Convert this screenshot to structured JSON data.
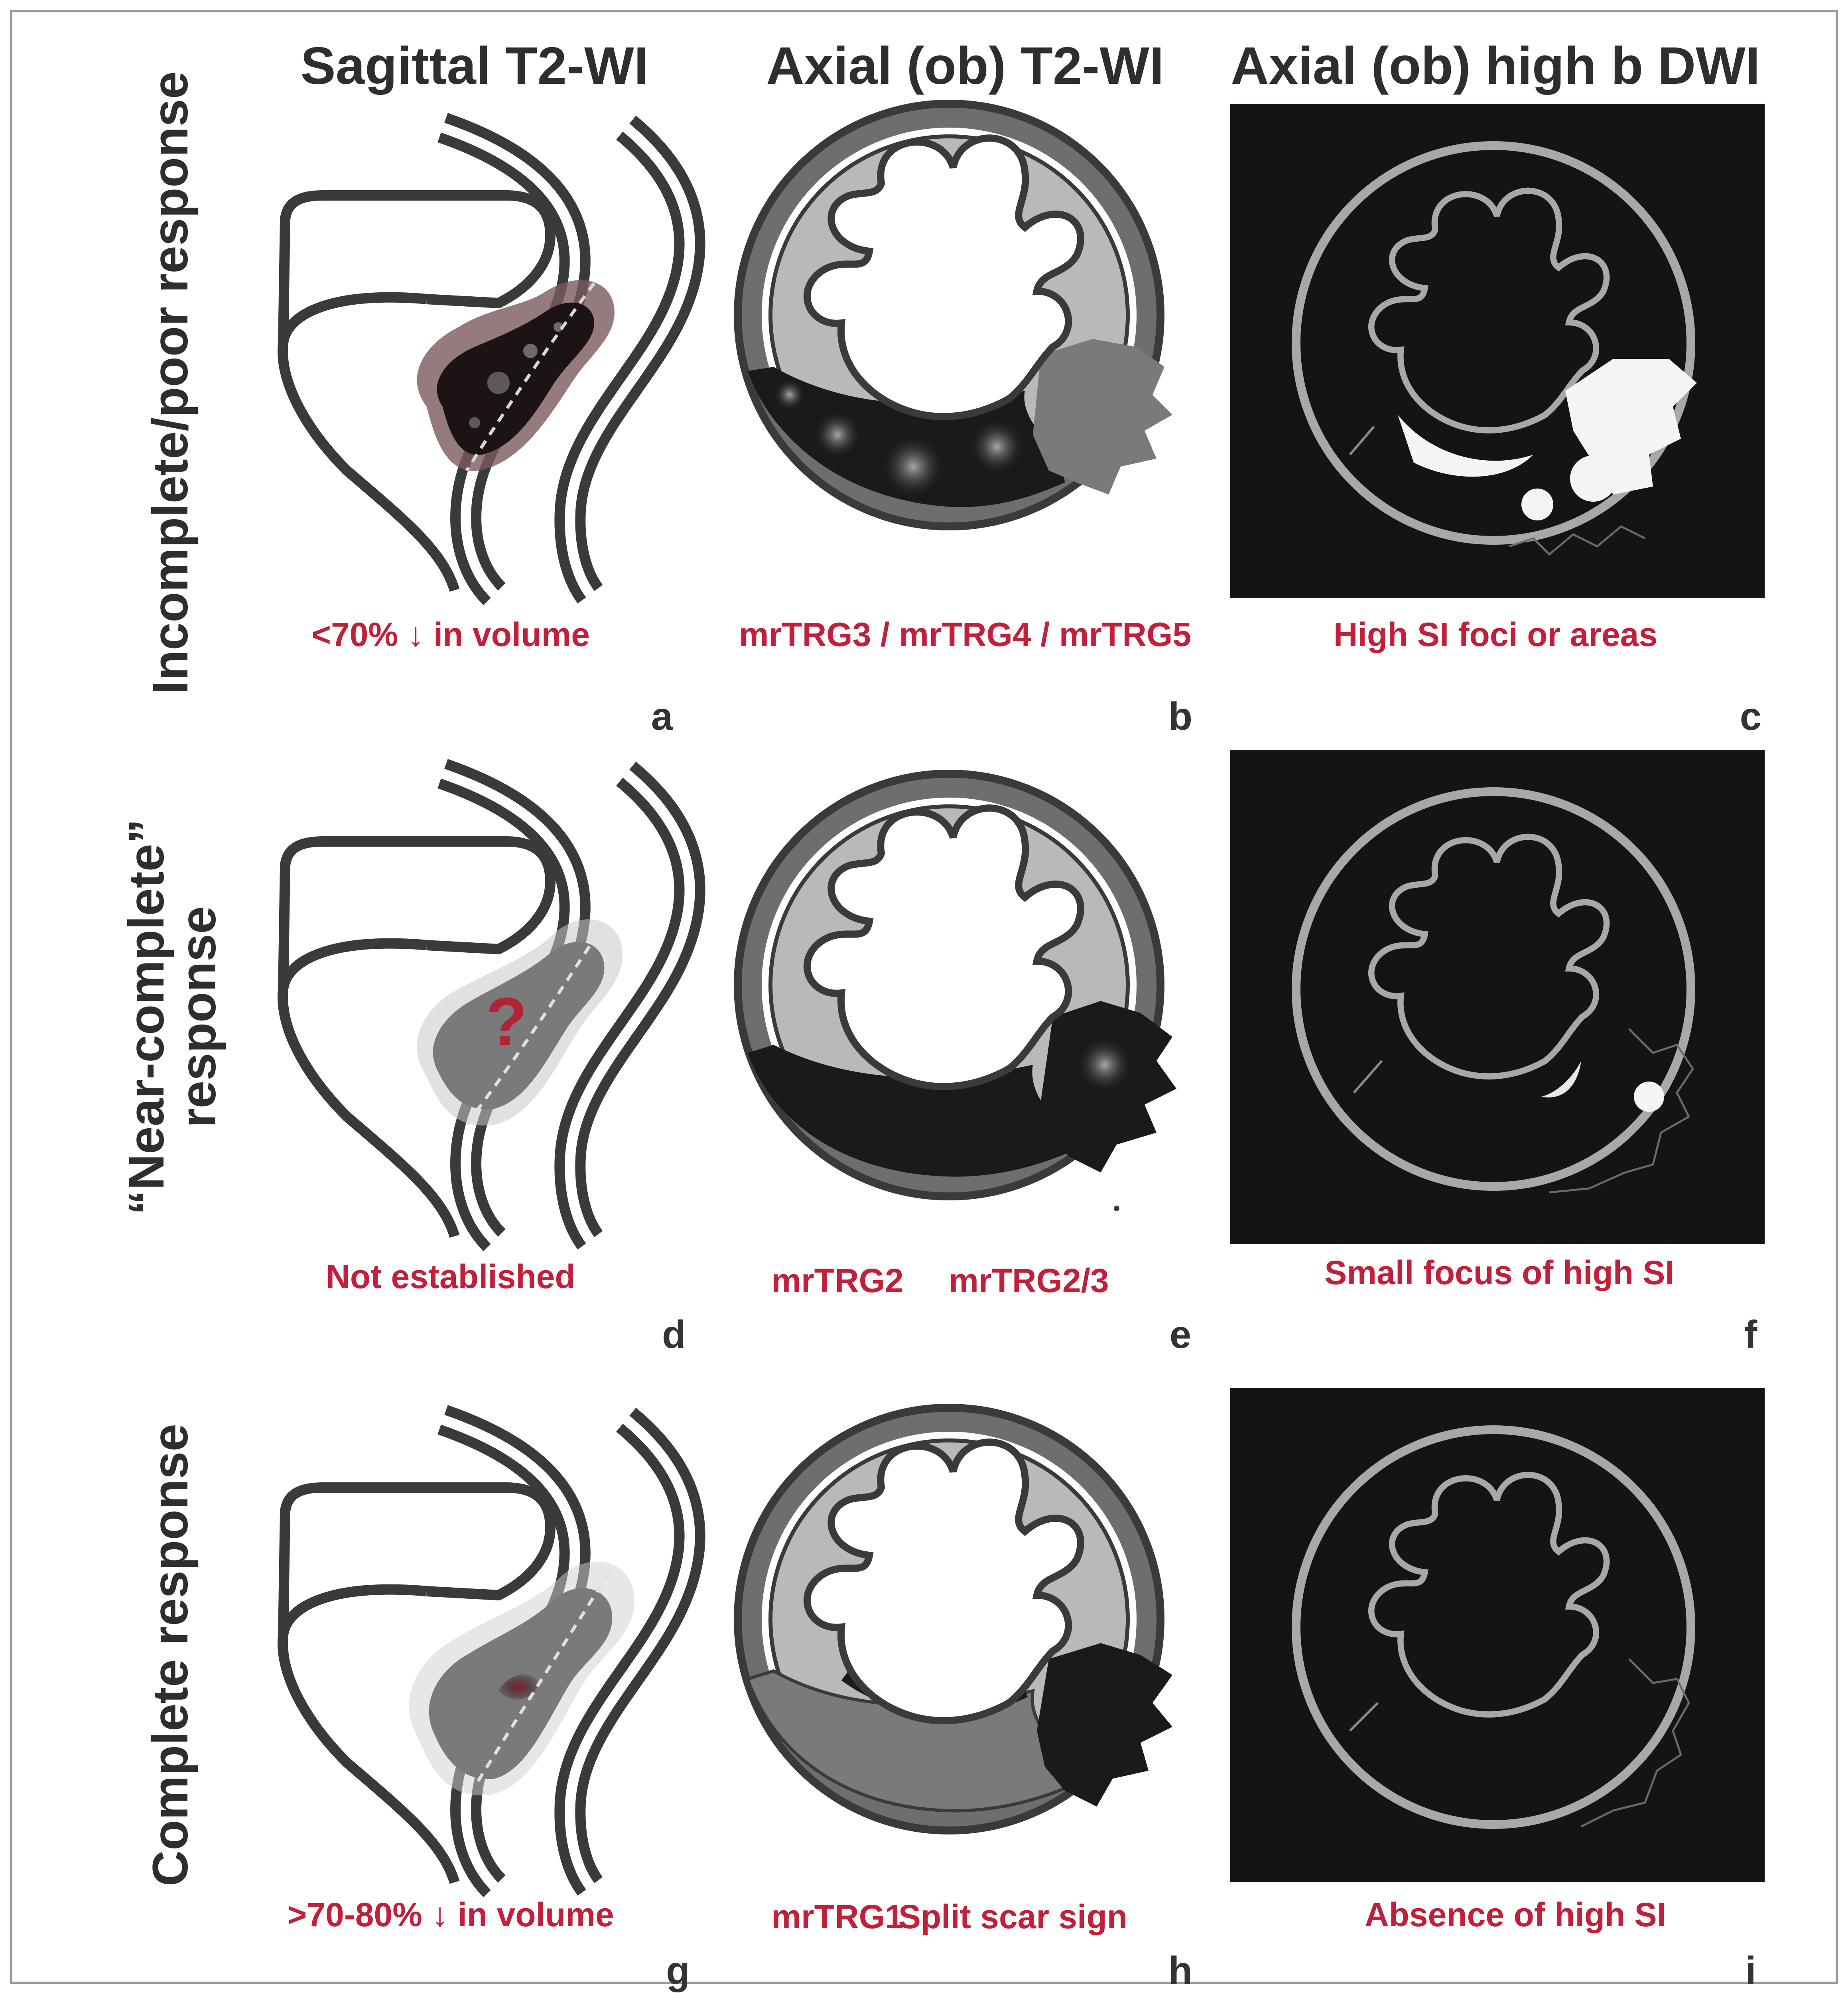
{
  "columns": [
    {
      "title": "Sagittal T2-WI"
    },
    {
      "title": "Axial (ob) T2-WI"
    },
    {
      "title": "Axial (ob) high b DWI"
    }
  ],
  "rows": [
    {
      "title": "Incomplete/poor response"
    },
    {
      "title_line1": "“Near-complete”",
      "title_line2": "response"
    },
    {
      "title": "Complete response"
    }
  ],
  "panels": {
    "a": {
      "letter": "a",
      "caption": "<70% ↓ in volume"
    },
    "b": {
      "letter": "b",
      "caption": "mrTRG3 / mrTRG4 / mrTRG5"
    },
    "c": {
      "letter": "c",
      "caption": "High SI foci or areas"
    },
    "d": {
      "letter": "d",
      "caption": "Not established",
      "marker": "?"
    },
    "e": {
      "letter": "e",
      "caption_1": "mrTRG2",
      "caption_2": "mrTRG2/3"
    },
    "f": {
      "letter": "f",
      "caption": "Small focus of high SI"
    },
    "g": {
      "letter": "g",
      "caption": ">70-80% ↓ in volume"
    },
    "h": {
      "letter": "h",
      "caption_1": "mrTRG1",
      "caption_2": "Split scar sign"
    },
    "i": {
      "letter": "i",
      "caption": "Absence of high SI"
    }
  },
  "colors": {
    "outline": "#3a3a3a",
    "tumor_dark": "#1c1414",
    "tumor_halo": "#7a5a5e",
    "fibrosis_gray": "#7a7a7a",
    "muscularis_light": "#b9b9b9",
    "dwi_background": "#141414",
    "dwi_line": "#a8a8a8",
    "caption_red": "#c0203a"
  }
}
